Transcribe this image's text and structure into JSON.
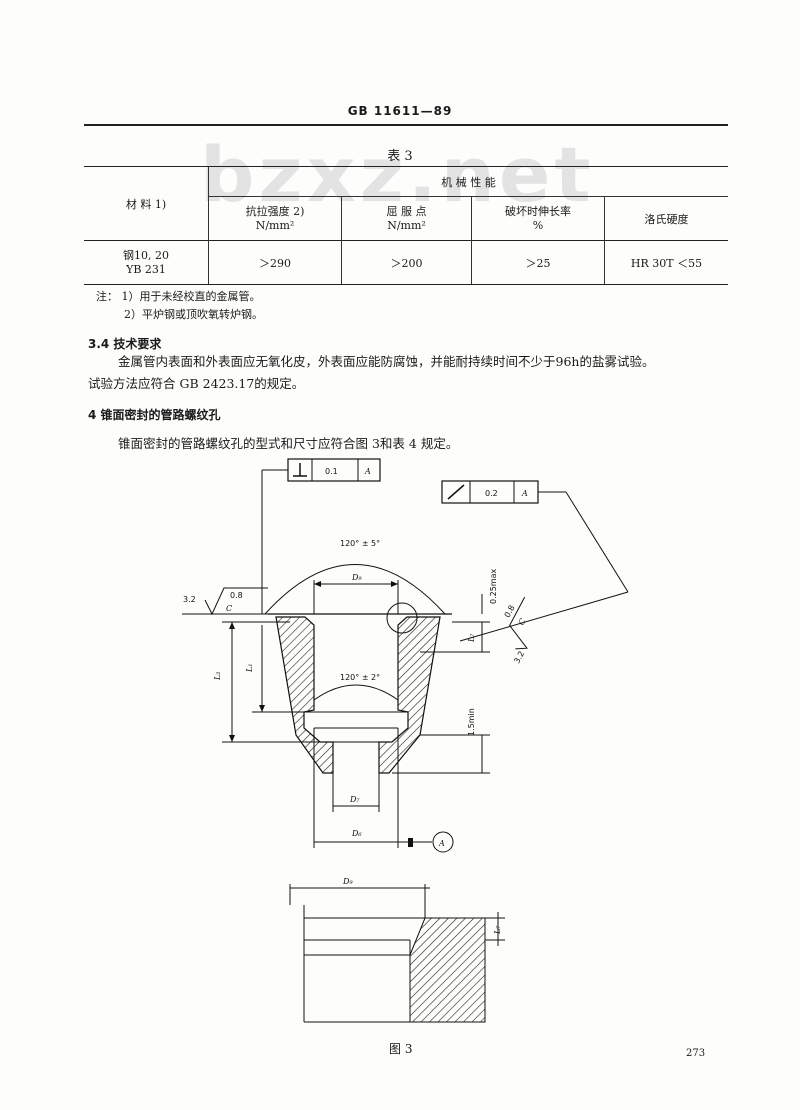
{
  "header": {
    "standard": "GB 11611—89"
  },
  "table": {
    "title": "表 3",
    "headers": {
      "material": "材    料 1)",
      "group": "机          械          性          能",
      "tensile": "抗拉强度 2)",
      "tensile_unit": "N/mm²",
      "yield": "屈 服 点",
      "yield_unit": "N/mm²",
      "elongation": "破坏时伸长率",
      "elongation_unit": "%",
      "hardness": "洛氏硬度"
    },
    "row": {
      "material_line1": "钢10, 20",
      "material_line2": "YB 231",
      "tensile": "＞290",
      "yield": "＞200",
      "elongation": "＞25",
      "hardness": "HR 30T ＜55"
    }
  },
  "notes": {
    "label": "注：",
    "note1": "1）用于未经校直的金属管。",
    "note2": "2）平炉钢或顶吹氧转炉钢。"
  },
  "section34": {
    "title": "3.4  技术要求",
    "para": "金属管内表面和外表面应无氧化皮，外表面应能防腐蚀，并能耐持续时间不少于96h的盐雾试验。",
    "para2": "试验方法应符合 GB 2423.17的规定。"
  },
  "section4": {
    "title": "4   锥面密封的管路螺纹孔",
    "para": "锥面密封的管路螺纹孔的型式和尺寸应符合图 3和表 4 规定。"
  },
  "drawing": {
    "tol1_value": "0.1",
    "tol1_datum": "A",
    "tol2_value": "0.2",
    "tol2_datum": "A",
    "angle_top": "120° ± 5°",
    "angle_mid": "120° ± 2°",
    "rough_a": "3.2",
    "rough_a_val": "0.8",
    "rough_a_c": "C",
    "rough_b": "3.2",
    "rough_b_val": "0.8",
    "rough_b_c": "C",
    "d9": "D₉",
    "d7": "D₇",
    "d6": "D₆",
    "l1": "L₁",
    "l2": "L₂",
    "l7": "L₇",
    "max_label": "0.25max",
    "min_label": "1.5min",
    "datum": "A",
    "detail_d9": "D₉",
    "detail_l7": "L₇"
  },
  "caption": "图 3",
  "page_number": "273"
}
